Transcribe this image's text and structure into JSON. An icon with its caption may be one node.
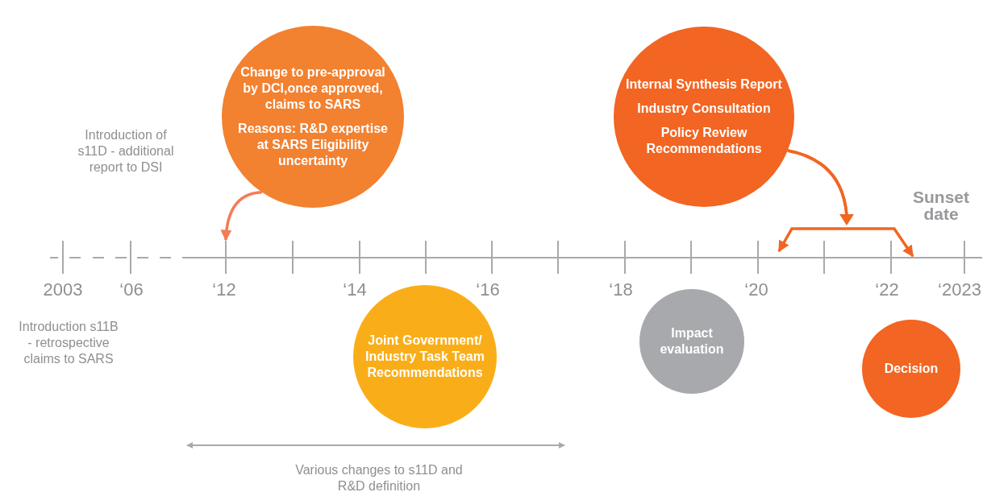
{
  "diagram": {
    "nodes": [
      {
        "text": [
          "Change to pre-approval by DCI,once approved, claims to SARS",
          "Reasons: R&D expertise at SARS Eligibility uncertainty"
        ]
      },
      {
        "text": [
          "Internal Synthesis Report",
          "Industry Consultation",
          "Policy Review Recommendations"
        ]
      },
      {
        "text": [
          "Joint Government/ Industry Task Team Recommendations"
        ]
      },
      {
        "text": [
          "Impact evaluation"
        ]
      },
      {
        "text": [
          "Decision"
        ]
      }
    ],
    "edges": [
      {
        "from": 0,
        "to": null,
        "arrow": "to"
      },
      {
        "from": 1,
        "to": null,
        "arrow": "to"
      },
      {
        "from": 1,
        "to": null,
        "arrow": "to"
      }
    ],
    "labels": [
      "Introduction of s11D - additional report to DSI",
      "Sunset date",
      "2003",
      "‘06",
      "‘12",
      "‘14",
      "‘16",
      "‘18",
      "‘20",
      "‘22",
      "‘2023",
      "Introduction s11B - retrospective claims to SARS",
      "Various changes to s11D and R&D definition"
    ]
  }
}
